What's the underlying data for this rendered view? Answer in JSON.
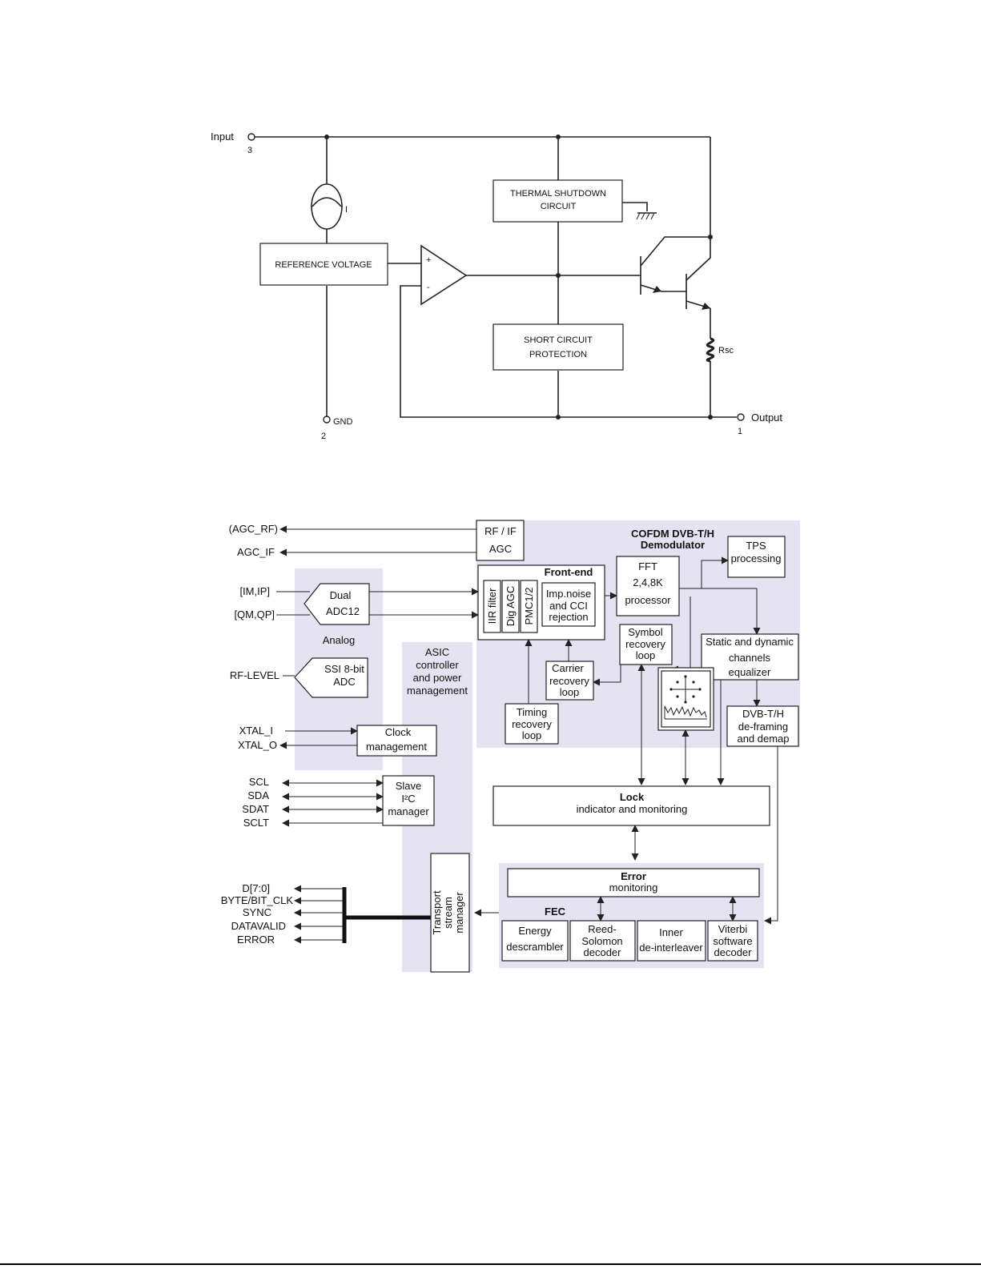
{
  "regulator": {
    "input_label": "Input",
    "input_pin": "3",
    "current_source_label": "I",
    "reference_label": "REFERENCE VOLTAGE",
    "opamp_plus": "+",
    "opamp_minus": "-",
    "thermal_line1": "THERMAL SHUTDOWN",
    "thermal_line2": "CIRCUIT",
    "short_line1": "SHORT CIRCUIT",
    "short_line2": "PROTECTION",
    "rsc_label": "Rsc",
    "gnd_label": "GND",
    "gnd_pin": "2",
    "output_label": "Output",
    "output_pin": "1"
  },
  "demod": {
    "agc_rf": "(AGC_RF)",
    "agc_if": "AGC_IF",
    "im_ip": "[IM,IP]",
    "qm_qp": "[QM,QP]",
    "rf_level": "RF-LEVEL",
    "xtal_i": "XTAL_I",
    "xtal_o": "XTAL_O",
    "scl": "SCL",
    "sda": "SDA",
    "sdat": "SDAT",
    "sclt": "SCLT",
    "d70": "D[7:0]",
    "byte_clk": "BYTE/BIT_CLK",
    "sync": "SYNC",
    "datavalid": "DATAVALID",
    "error": "ERROR",
    "rfif_line1": "RF / IF",
    "rfif_line2": "AGC",
    "cofdm_line1": "COFDM DVB-T/H",
    "cofdm_line2": "Demodulator",
    "tps_line1": "TPS",
    "tps_line2": "processing",
    "fft_line1": "FFT",
    "fft_line2": "2,4,8K",
    "fft_line3": "processor",
    "frontend": "Front-end",
    "iir": "IIR filter",
    "digagc": "Dig AGC",
    "pmc": "PMC1/2",
    "imp_line1": "Imp.noise",
    "imp_line2": "and CCI",
    "imp_line3": "rejection",
    "dual_line1": "Dual",
    "dual_line2": "ADC12",
    "analog": "Analog",
    "ssi_line1": "SSI 8-bit",
    "ssi_line2": "ADC",
    "asic_line1": "ASIC",
    "asic_line2": "controller",
    "asic_line3": "and power",
    "asic_line4": "management",
    "symbol_line1": "Symbol",
    "symbol_line2": "recovery",
    "symbol_line3": "loop",
    "static_line1": "Static and dynamic",
    "static_line2": "channels",
    "static_line3": "equalizer",
    "carrier_line1": "Carrier",
    "carrier_line2": "recovery",
    "carrier_line3": "loop",
    "timing_line1": "Timing",
    "timing_line2": "recovery",
    "timing_line3": "loop",
    "clock_line1": "Clock",
    "clock_line2": "management",
    "deframe_line1": "DVB-T/H",
    "deframe_line2": "de-framing",
    "deframe_line3": "and demap",
    "slave_line1": "Slave",
    "slave_line2": "I²C",
    "slave_line3": "manager",
    "lock_line1": "Lock",
    "lock_line2": "indicator and monitoring",
    "transport_line1": "Transport",
    "transport_line2": "stream",
    "transport_line3": "manager",
    "error_line1": "Error",
    "error_line2": "monitoring",
    "fec": "FEC",
    "energy_line1": "Energy",
    "energy_line2": "descrambler",
    "rs_line1": "Reed-",
    "rs_line2": "Solomon",
    "rs_line3": "decoder",
    "inner_line1": "Inner",
    "inner_line2": "de-interleaver",
    "viterbi_line1": "Viterbi",
    "viterbi_line2": "software",
    "viterbi_line3": "decoder"
  }
}
